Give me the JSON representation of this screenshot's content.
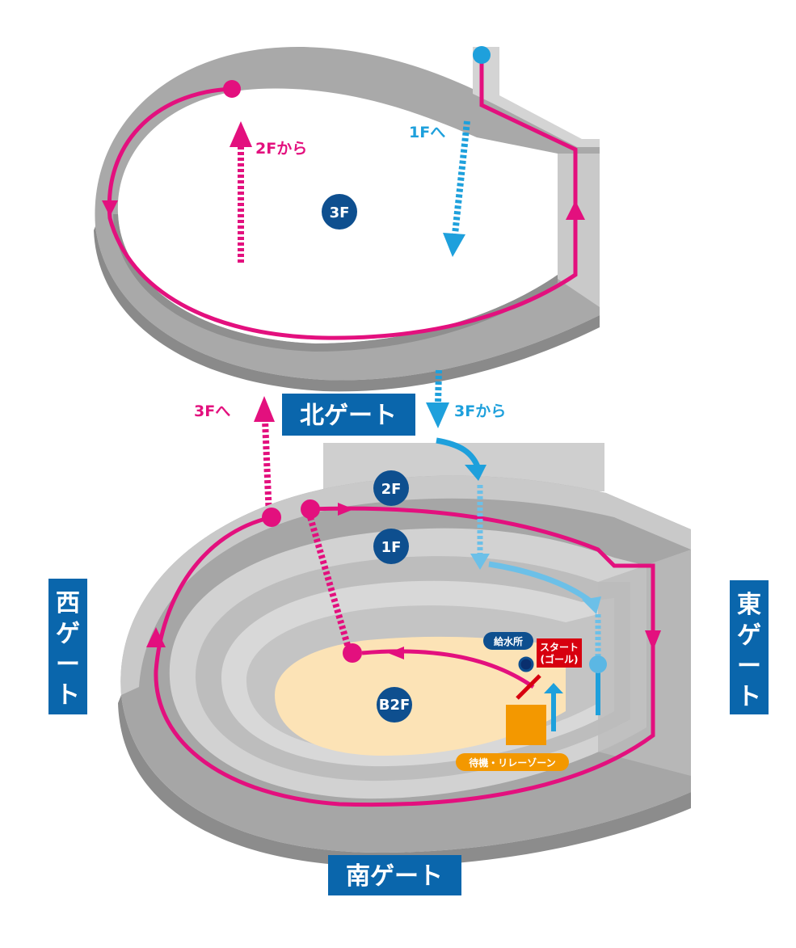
{
  "gates": {
    "north": "北ゲート",
    "south": "南ゲート",
    "east": [
      "東",
      "ゲ",
      "ー",
      "ト"
    ],
    "west": [
      "西",
      "ゲ",
      "ー",
      "ト"
    ]
  },
  "floors": {
    "f3": "3F",
    "f2": "2F",
    "f1": "1F",
    "b2": "B2F"
  },
  "arrows": {
    "from_2f": "2Fから",
    "to_1f": "1Fへ",
    "to_3f": "3Fへ",
    "from_3f": "3Fから"
  },
  "facilities": {
    "water_station": "給水所",
    "start_line1": "スタート",
    "start_line2": "(ゴール)",
    "relay_zone": "待機・リレーゾーン"
  },
  "colors": {
    "route_pink": "#e3107e",
    "route_blue": "#1ea0dc",
    "gate_navy": "#0a66ac",
    "floor_badge": "#0e4f8f",
    "arena_floor": "#fce3b6",
    "relay_orange": "#f39800",
    "start_red": "#d7000f"
  },
  "icons": [
    "up-arrow-icon",
    "down-arrow-icon",
    "circle-marker-icon"
  ]
}
